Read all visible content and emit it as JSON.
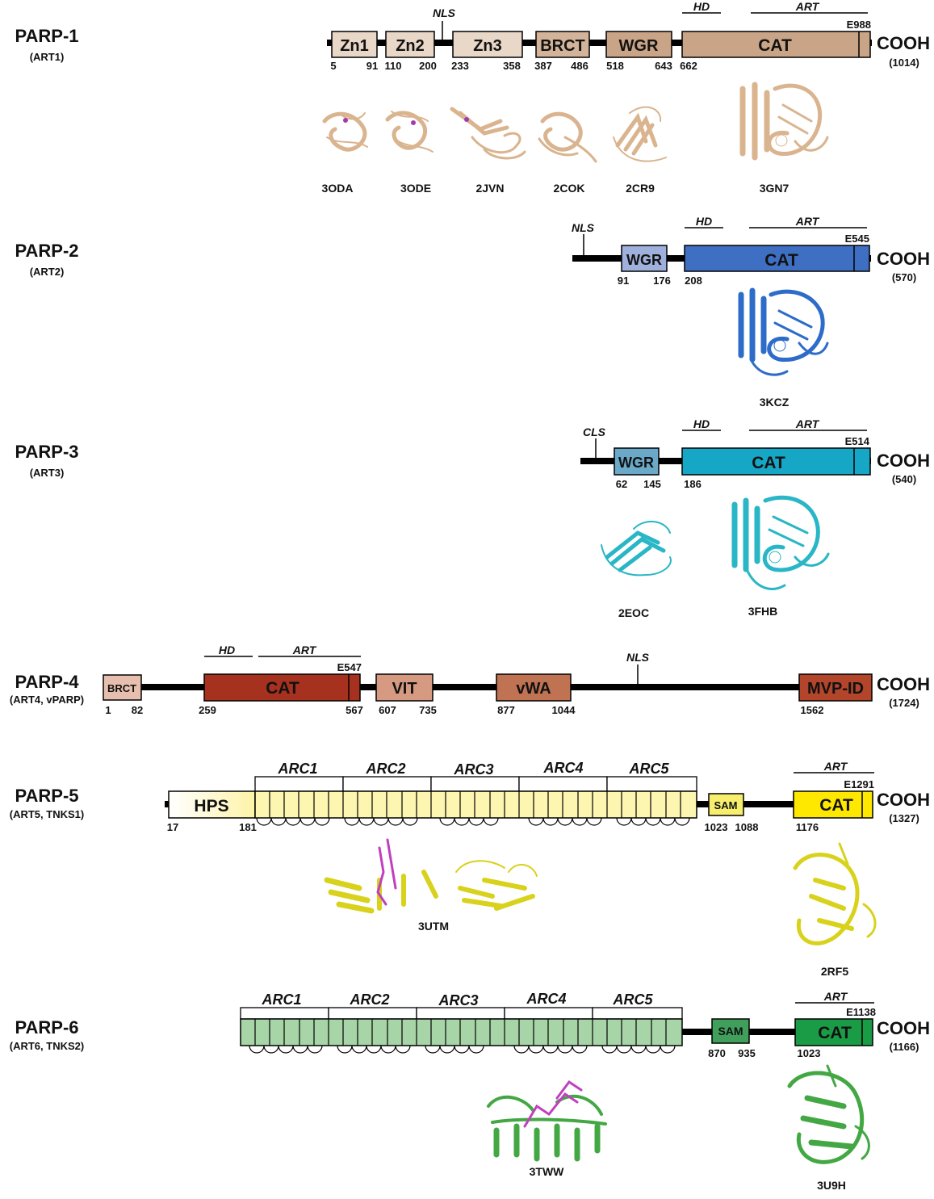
{
  "cterm_label": "COOH",
  "proteins": [
    {
      "name": "PARP-1",
      "aliases": "(ART1)",
      "length": "(1014)",
      "labels": {
        "nls": "NLS",
        "hd": "HD",
        "art": "ART",
        "glu": "E988"
      },
      "domains": [
        "Zn1",
        "Zn2",
        "Zn3",
        "BRCT",
        "WGR",
        "CAT"
      ],
      "positions": [
        "5",
        "91",
        "110",
        "200",
        "233",
        "358",
        "387",
        "486",
        "518",
        "643",
        "662"
      ],
      "structures": [
        "3ODA",
        "3ODE",
        "2JVN",
        "2COK",
        "2CR9",
        "3GN7"
      ]
    },
    {
      "name": "PARP-2",
      "aliases": "(ART2)",
      "length": "(570)",
      "labels": {
        "nls": "NLS",
        "hd": "HD",
        "art": "ART",
        "glu": "E545"
      },
      "domains": [
        "WGR",
        "CAT"
      ],
      "positions": [
        "91",
        "176",
        "208"
      ],
      "structures": [
        "3KCZ"
      ]
    },
    {
      "name": "PARP-3",
      "aliases": "(ART3)",
      "length": "(540)",
      "labels": {
        "cls": "CLS",
        "hd": "HD",
        "art": "ART",
        "glu": "E514"
      },
      "domains": [
        "WGR",
        "CAT"
      ],
      "positions": [
        "62",
        "145",
        "186"
      ],
      "structures": [
        "2EOC",
        "3FHB"
      ]
    },
    {
      "name": "PARP-4",
      "aliases": "(ART4, vPARP)",
      "length": "(1724)",
      "labels": {
        "nls": "NLS",
        "hd": "HD",
        "art": "ART",
        "glu": "E547"
      },
      "domains": [
        "BRCT",
        "CAT",
        "VIT",
        "vWA",
        "MVP-ID"
      ],
      "positions": [
        "1",
        "82",
        "259",
        "567",
        "607",
        "735",
        "877",
        "1044",
        "1562"
      ],
      "structures": []
    },
    {
      "name": "PARP-5",
      "aliases": "(ART5, TNKS1)",
      "length": "(1327)",
      "labels": {
        "art": "ART",
        "glu": "E1291"
      },
      "arcs": [
        "ARC1",
        "ARC2",
        "ARC3",
        "ARC4",
        "ARC5"
      ],
      "domains": [
        "HPS",
        "SAM",
        "CAT"
      ],
      "positions": [
        "17",
        "181",
        "1023",
        "1088",
        "1176"
      ],
      "structures": [
        "3UTM",
        "2RF5"
      ]
    },
    {
      "name": "PARP-6",
      "aliases": "(ART6, TNKS2)",
      "length": "(1166)",
      "labels": {
        "art": "ART",
        "glu": "E1138"
      },
      "arcs": [
        "ARC1",
        "ARC2",
        "ARC3",
        "ARC4",
        "ARC5"
      ],
      "domains": [
        "SAM",
        "CAT"
      ],
      "positions": [
        "870",
        "935",
        "1023"
      ],
      "structures": [
        "3TWW",
        "3U9H"
      ]
    }
  ],
  "colors": {
    "parp1_zn": "#e9d7c8",
    "parp1_cat": "#c9a486",
    "parp1_ribbon": "#d9b48f",
    "parp2_wgr": "#9fb0dc",
    "parp2_cat": "#3f6fc2",
    "parp2_ribbon": "#2d6cc8",
    "parp3_wgr": "#6aa9c7",
    "parp3_cat": "#16a7c7",
    "parp3_ribbon": "#29b6c6",
    "parp4_brct": "#e7bfae",
    "parp4_cat": "#a7311f",
    "parp4_vit": "#d69a82",
    "parp4_vwa": "#c07352",
    "parp4_mvp": "#b2452a",
    "parp5_hps": "#fffbe6",
    "parp5_ank": "#fdf6b1",
    "parp5_cat": "#ffe800",
    "parp5_ribbon": "#d8d21c",
    "parp6_ank": "#a8d5a8",
    "parp6_sam": "#3f9f5b",
    "parp6_cat": "#1a9b45",
    "parp6_ribbon": "#43a843",
    "ligand": "#c13fbf"
  }
}
